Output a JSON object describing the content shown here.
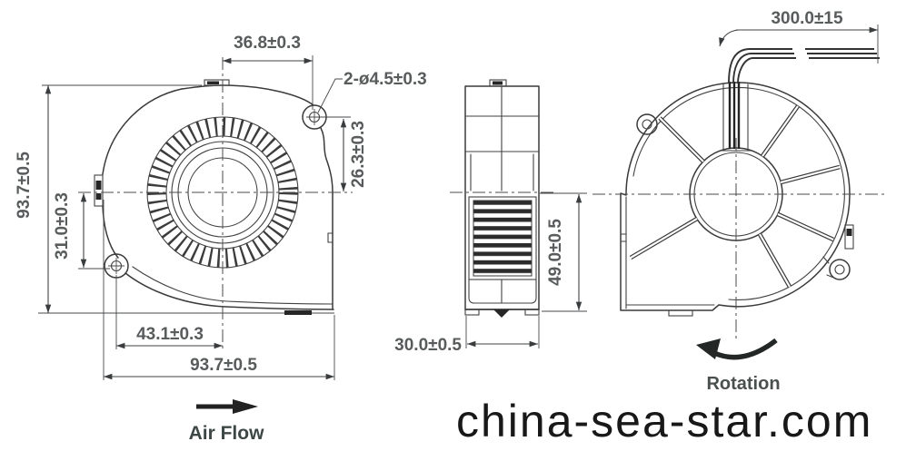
{
  "drawing": {
    "title_hint": "blower fan outline drawing",
    "colors": {
      "line": "#3a3a3a",
      "dim_text": "#585c5c",
      "label_text": "#3d4745",
      "watermark_text": "#181818",
      "background": "#ffffff"
    },
    "front_view": {
      "dim_mount_hole_offset_x": "36.8±0.3",
      "dim_mount_holes": "2-ø4.5±0.3",
      "dim_hole_above_center": "26.3±0.3",
      "dim_overall_height": "93.7±0.5",
      "dim_hole_below_center": "31.0±0.3",
      "dim_hole_left_of_center": "43.1±0.3",
      "dim_overall_width": "93.7±0.5",
      "airflow_label": "Air Flow"
    },
    "side_view": {
      "dim_depth": "30.0±0.5",
      "dim_outlet_height": "49.0±0.5"
    },
    "rear_view": {
      "dim_lead_wire_length": "300.0±15",
      "rotation_label": "Rotation"
    },
    "watermark": "china-sea-star.com"
  }
}
